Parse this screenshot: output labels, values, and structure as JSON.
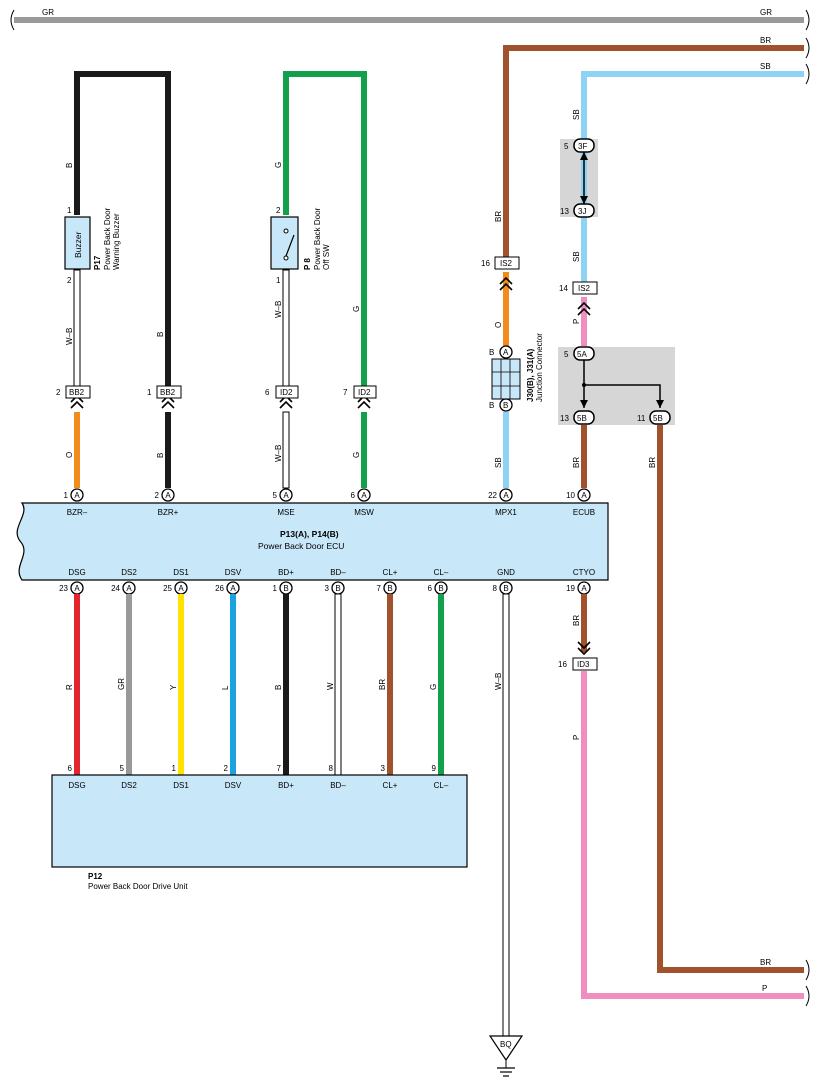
{
  "colors": {
    "GR": "#999999",
    "BR": "#a0522d",
    "SB": "#8fd3f4",
    "B": "#1a1a1a",
    "G": "#12a04a",
    "O": "#f28c1c",
    "P": "#ee8fc0",
    "R": "#e3262e",
    "Y": "#ffe200",
    "L": "#1aa3e0",
    "W": "#ffffff",
    "WB": "#ffffff",
    "box": "#c8e7f8",
    "junction": "#d6d6d6"
  },
  "top_wires": {
    "gr": "GR",
    "br": "BR",
    "sb": "SB"
  },
  "buzzer": {
    "ref": "P17",
    "name_line1": "Power Back Door",
    "name_line2": "Warning Buzzer",
    "label": "Buzzer",
    "pin_top": "1",
    "pin_bottom": "2",
    "wire_top": "B",
    "wire_bottom": "W–B",
    "wire_right": "B"
  },
  "switch": {
    "ref": "P 8",
    "name_line1": "Power Back Door",
    "name_line2": "Off SW",
    "pin_top": "2",
    "pin_bottom": "1",
    "wire_top": "G",
    "wire_bottom": "W–B",
    "wire_right": "G"
  },
  "inline_connectors": {
    "bb2_a": {
      "pin": "2",
      "name": "BB2"
    },
    "bb2_b": {
      "pin": "1",
      "name": "BB2"
    },
    "id2_a": {
      "pin": "6",
      "name": "ID2"
    },
    "id2_b": {
      "pin": "7",
      "name": "ID2"
    },
    "is2_a": {
      "pin": "16",
      "name": "IS2"
    },
    "is2_b": {
      "pin": "14",
      "name": "IS2"
    },
    "id3": {
      "pin": "16",
      "name": "ID3"
    }
  },
  "junction": {
    "name": "J30(B), J31(A)",
    "desc": "Junction Connector",
    "pin_top": "A",
    "pin_bottom": "B",
    "top_label": "B",
    "bottom_label": "B"
  },
  "j3f": {
    "pin_a": "5",
    "name_a": "3F",
    "pin_b": "13",
    "name_b": "3J"
  },
  "j5": {
    "pin_a": "5",
    "name_a": "5A",
    "pin_b": "13",
    "name_b": "5B",
    "pin_c": "11",
    "name_c": "5B"
  },
  "wire_labels_mid": {
    "o_left": "O",
    "b_left": "B",
    "wb_mse": "W–B",
    "g_msw": "G",
    "br_is2": "BR",
    "o_is2": "O",
    "sb_mpx": "SB",
    "sb_top": "SB",
    "sb_mid": "SB",
    "p_is2": "P",
    "br_ecub": "BR",
    "br_right": "BR",
    "br_ctyo": "BR",
    "p_id3": "P"
  },
  "ecu": {
    "ref": "P13(A), P14(B)",
    "name": "Power Back Door ECU",
    "top_pins": [
      {
        "num": "1",
        "conn": "A",
        "label": "BZR–"
      },
      {
        "num": "2",
        "conn": "A",
        "label": "BZR+"
      },
      {
        "num": "5",
        "conn": "A",
        "label": "MSE"
      },
      {
        "num": "6",
        "conn": "A",
        "label": "MSW"
      },
      {
        "num": "22",
        "conn": "A",
        "label": "MPX1"
      },
      {
        "num": "10",
        "conn": "A",
        "label": "ECUB"
      }
    ],
    "bottom_pins": [
      {
        "num": "23",
        "conn": "A",
        "label": "DSG"
      },
      {
        "num": "24",
        "conn": "A",
        "label": "DS2"
      },
      {
        "num": "25",
        "conn": "A",
        "label": "DS1"
      },
      {
        "num": "26",
        "conn": "A",
        "label": "DSV"
      },
      {
        "num": "1",
        "conn": "B",
        "label": "BD+"
      },
      {
        "num": "3",
        "conn": "B",
        "label": "BD–"
      },
      {
        "num": "7",
        "conn": "B",
        "label": "CL+"
      },
      {
        "num": "6",
        "conn": "B",
        "label": "CL–"
      },
      {
        "num": "8",
        "conn": "B",
        "label": "GND"
      },
      {
        "num": "19",
        "conn": "A",
        "label": "CTYO"
      }
    ]
  },
  "drive_wires": [
    {
      "label": "R",
      "color": "R"
    },
    {
      "label": "GR",
      "color": "GR"
    },
    {
      "label": "Y",
      "color": "Y"
    },
    {
      "label": "L",
      "color": "L"
    },
    {
      "label": "B",
      "color": "B"
    },
    {
      "label": "W",
      "color": "W"
    },
    {
      "label": "BR",
      "color": "BR"
    },
    {
      "label": "G",
      "color": "G"
    }
  ],
  "drive_unit": {
    "ref": "P12",
    "name": "Power Back Door Drive Unit",
    "pins": [
      {
        "num": "6",
        "label": "DSG"
      },
      {
        "num": "5",
        "label": "DS2"
      },
      {
        "num": "1",
        "label": "DS1"
      },
      {
        "num": "2",
        "label": "DSV"
      },
      {
        "num": "7",
        "label": "BD+"
      },
      {
        "num": "8",
        "label": "BD–"
      },
      {
        "num": "3",
        "label": "CL+"
      },
      {
        "num": "9",
        "label": "CL–"
      }
    ]
  },
  "gnd_wire": "W–B",
  "ground": {
    "label": "BQ"
  },
  "bottom_wires": {
    "br": "BR",
    "p": "P"
  }
}
